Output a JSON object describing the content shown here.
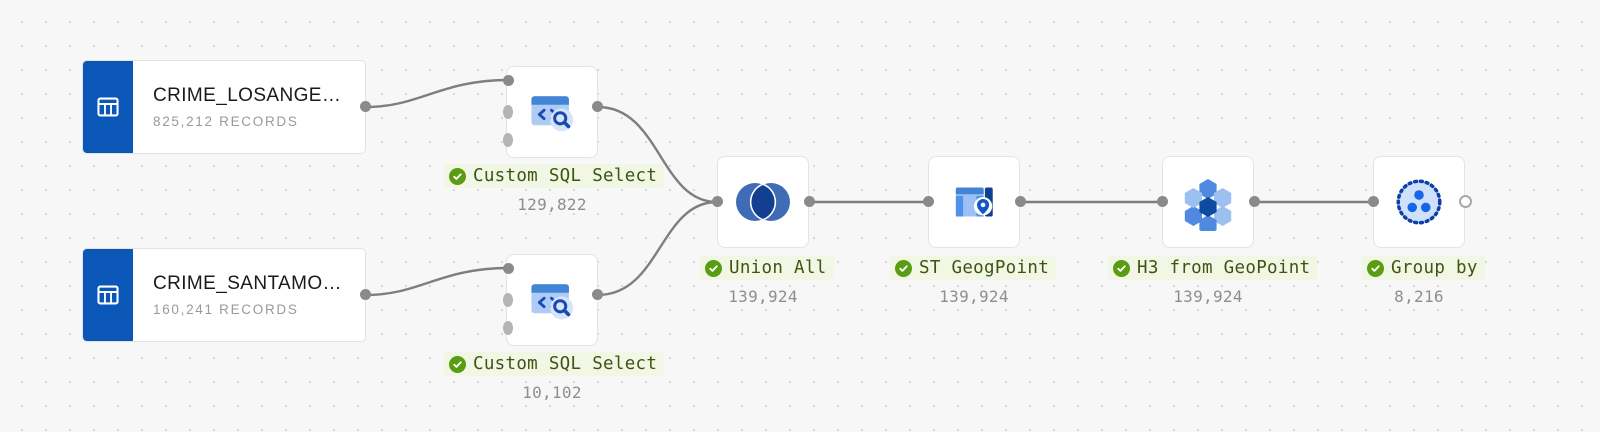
{
  "canvas": {
    "background_color": "#f7f7f7",
    "grid_dot_color": "#d6d6d6",
    "edge_color": "#7e7e7e"
  },
  "sources": [
    {
      "name": "CRIME_LOSANGE…",
      "records": "825,212 RECORDS",
      "icon": "table-icon",
      "accent": "#0b57b8"
    },
    {
      "name": "CRIME_SANTAMO…",
      "records": "160,241 RECORDS",
      "icon": "table-icon",
      "accent": "#0b57b8"
    }
  ],
  "nodes": [
    {
      "id": "sql-top",
      "label": "Custom SQL Select",
      "count": "129,822",
      "icon": "sql-select-icon",
      "status": "success"
    },
    {
      "id": "sql-bottom",
      "label": "Custom SQL Select",
      "count": "10,102",
      "icon": "sql-select-icon",
      "status": "success"
    },
    {
      "id": "union-all",
      "label": "Union All",
      "count": "139,924",
      "icon": "venn-union-icon",
      "status": "success"
    },
    {
      "id": "st-geogpoint",
      "label": "ST GeogPoint",
      "count": "139,924",
      "icon": "table-geopoint-icon",
      "status": "success"
    },
    {
      "id": "h3-geopoint",
      "label": "H3 from GeoPoint",
      "count": "139,924",
      "icon": "hexagon-grid-icon",
      "status": "success"
    },
    {
      "id": "group-by",
      "label": "Group by",
      "count": "8,216",
      "icon": "group-by-icon",
      "status": "success"
    }
  ],
  "status_colors": {
    "success": "#5a9c12",
    "label_bg": "#f2f6e4",
    "label_text": "#3d5413"
  }
}
